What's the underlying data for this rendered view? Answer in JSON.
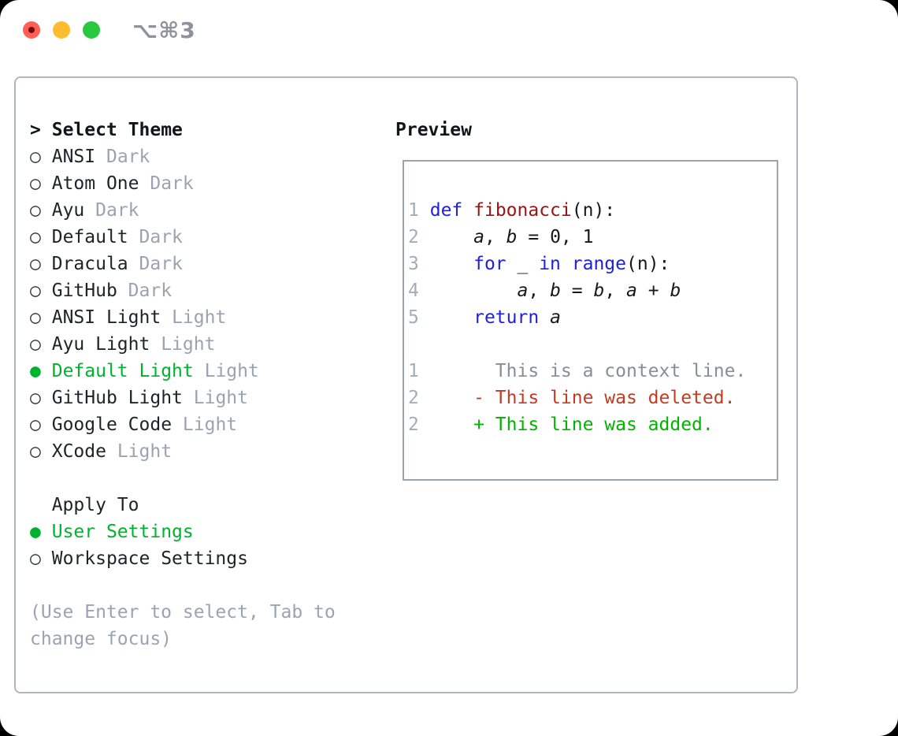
{
  "window": {
    "title": "⌥⌘3"
  },
  "theme_panel": {
    "header_marker": ">",
    "header": "Select Theme",
    "themes": [
      {
        "name": "ANSI",
        "variant": "Dark",
        "selected": false
      },
      {
        "name": "Atom One",
        "variant": "Dark",
        "selected": false
      },
      {
        "name": "Ayu",
        "variant": "Dark",
        "selected": false
      },
      {
        "name": "Default",
        "variant": "Dark",
        "selected": false
      },
      {
        "name": "Dracula",
        "variant": "Dark",
        "selected": false
      },
      {
        "name": "GitHub",
        "variant": "Dark",
        "selected": false
      },
      {
        "name": "ANSI Light",
        "variant": "Light",
        "selected": false
      },
      {
        "name": "Ayu Light",
        "variant": "Light",
        "selected": false
      },
      {
        "name": "Default Light",
        "variant": "Light",
        "selected": true
      },
      {
        "name": "GitHub Light",
        "variant": "Light",
        "selected": false
      },
      {
        "name": "Google Code",
        "variant": "Light",
        "selected": false
      },
      {
        "name": "XCode",
        "variant": "Light",
        "selected": false
      }
    ],
    "radio_unselected": "○",
    "radio_selected": "●",
    "apply_to": {
      "header": "Apply To",
      "options": [
        {
          "label": "User Settings",
          "selected": true
        },
        {
          "label": "Workspace Settings",
          "selected": false
        }
      ]
    },
    "help_text": "(Use Enter to select, Tab to change focus)"
  },
  "preview": {
    "header": "Preview",
    "code_lines": [
      {
        "num": "1",
        "tokens": [
          {
            "t": "def",
            "c": "kw"
          },
          {
            "t": " "
          },
          {
            "t": "fibonacci",
            "c": "fn"
          },
          {
            "t": "(n):"
          }
        ]
      },
      {
        "num": "2",
        "tokens": [
          {
            "t": "    "
          },
          {
            "t": "a",
            "c": "v"
          },
          {
            "t": ", "
          },
          {
            "t": "b",
            "c": "v"
          },
          {
            "t": " = 0, 1"
          }
        ]
      },
      {
        "num": "3",
        "tokens": [
          {
            "t": "    "
          },
          {
            "t": "for",
            "c": "kw"
          },
          {
            "t": " _ "
          },
          {
            "t": "in",
            "c": "kw"
          },
          {
            "t": " "
          },
          {
            "t": "range",
            "c": "kw"
          },
          {
            "t": "(n):"
          }
        ]
      },
      {
        "num": "4",
        "tokens": [
          {
            "t": "        "
          },
          {
            "t": "a",
            "c": "v"
          },
          {
            "t": ", "
          },
          {
            "t": "b",
            "c": "v"
          },
          {
            "t": " = "
          },
          {
            "t": "b",
            "c": "v"
          },
          {
            "t": ", "
          },
          {
            "t": "a",
            "c": "v"
          },
          {
            "t": " + "
          },
          {
            "t": "b",
            "c": "v"
          }
        ]
      },
      {
        "num": "5",
        "tokens": [
          {
            "t": "    "
          },
          {
            "t": "return",
            "c": "kw"
          },
          {
            "t": " "
          },
          {
            "t": "a",
            "c": "v"
          }
        ]
      }
    ],
    "diff_lines": [
      {
        "num": "1",
        "marker": " ",
        "text": "This is a context line.",
        "cls": "ctx"
      },
      {
        "num": "2",
        "marker": "-",
        "text": "This line was deleted.",
        "cls": "del"
      },
      {
        "num": "2",
        "marker": "+",
        "text": "This line was added.",
        "cls": "add"
      }
    ]
  },
  "colors": {
    "selected_green": "#00b32e",
    "keyword_blue": "#2020e0",
    "function_red": "#9b1313",
    "diff_deleted_red": "#c23b22",
    "diff_added_green": "#00b400",
    "context_gray": "#868e96",
    "line_number_gray": "#a3adb8",
    "muted_tag_gray": "#9aa4b1",
    "panel_border": "#aeb6c0",
    "traffic_red": "#ff5f57",
    "traffic_yellow": "#febc2e",
    "traffic_green": "#28c840"
  }
}
